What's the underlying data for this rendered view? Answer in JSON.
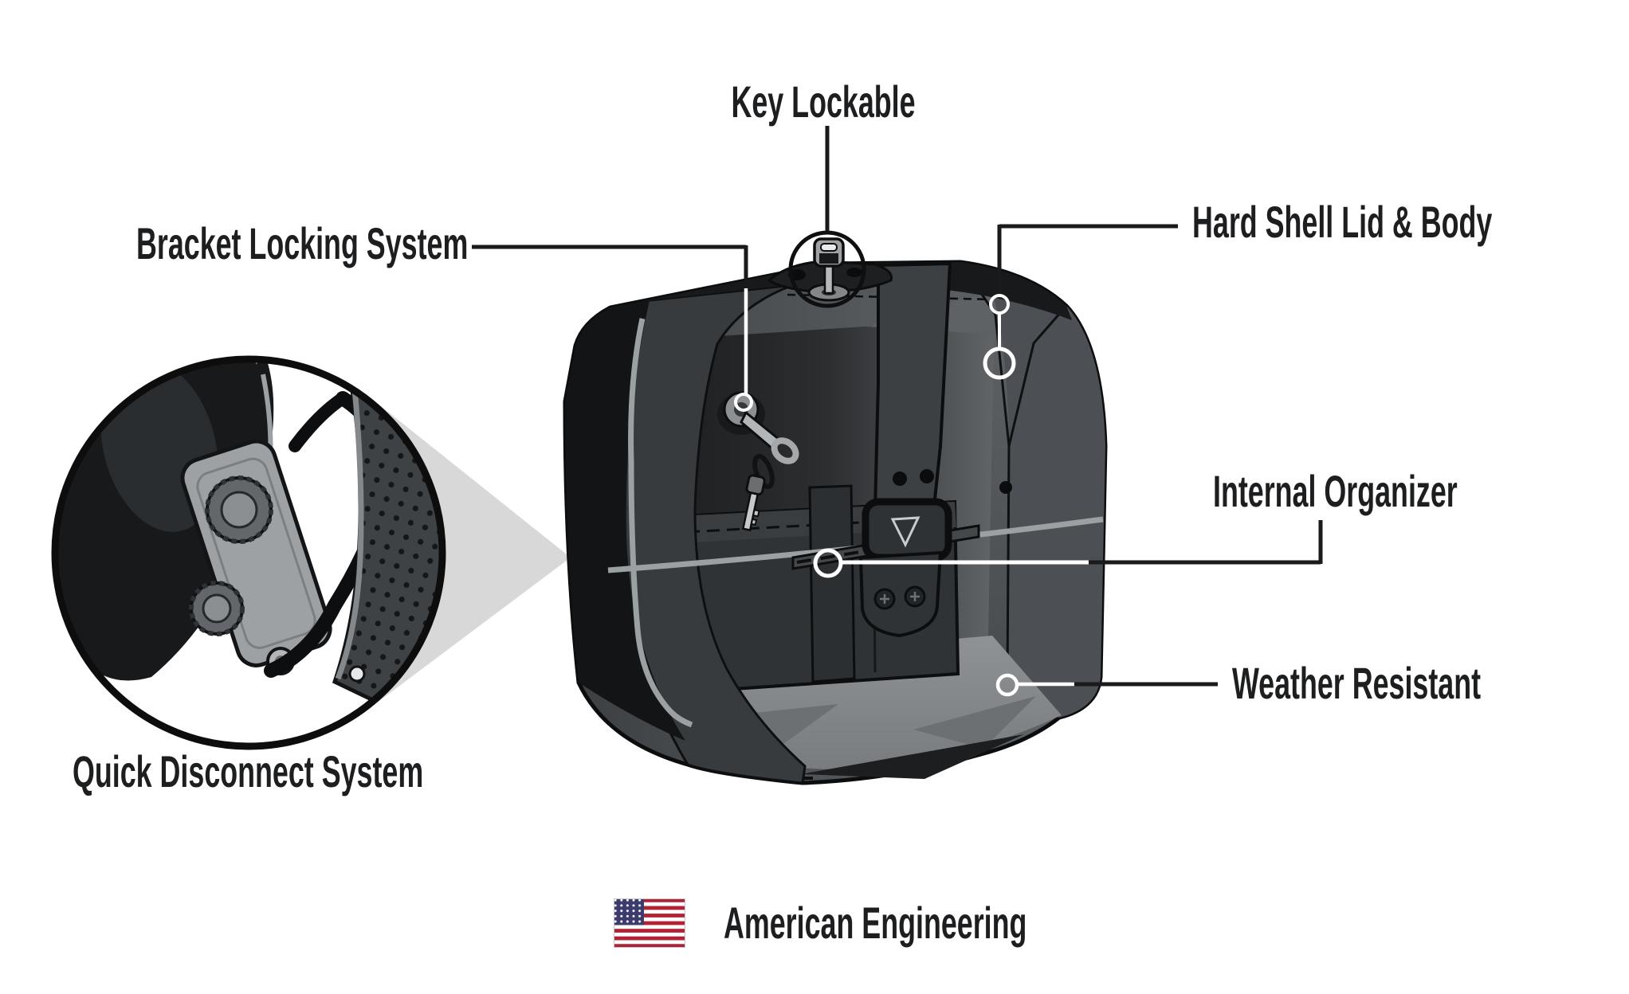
{
  "diagram": {
    "labels": {
      "key_lockable": "Key Lockable",
      "bracket_locking": "Bracket Locking System",
      "hard_shell": "Hard Shell Lid & Body",
      "internal_organizer": "Internal Organizer",
      "weather_resistant": "Weather Resistant",
      "quick_disconnect": "Quick Disconnect System",
      "american_engineering": "American Engineering"
    },
    "icons": {
      "top_lock": "key-in-lock-icon",
      "front_lock": "lock-with-keys-icon",
      "inset": "magnifier-detail-circle",
      "flag": "us-flag-icon"
    },
    "colors": {
      "background": "#ffffff",
      "label_text": "#1d1e1f",
      "leader_dark": "#1a1a1a",
      "leader_light": "#ffffff",
      "zoom_beam": "#d8d8d8",
      "bag_dark": "#17191b",
      "bag_mid": "#4a4e51",
      "bag_light": "#8d9093",
      "flag_red": "#B22234",
      "flag_blue": "#3C3B6E"
    }
  }
}
